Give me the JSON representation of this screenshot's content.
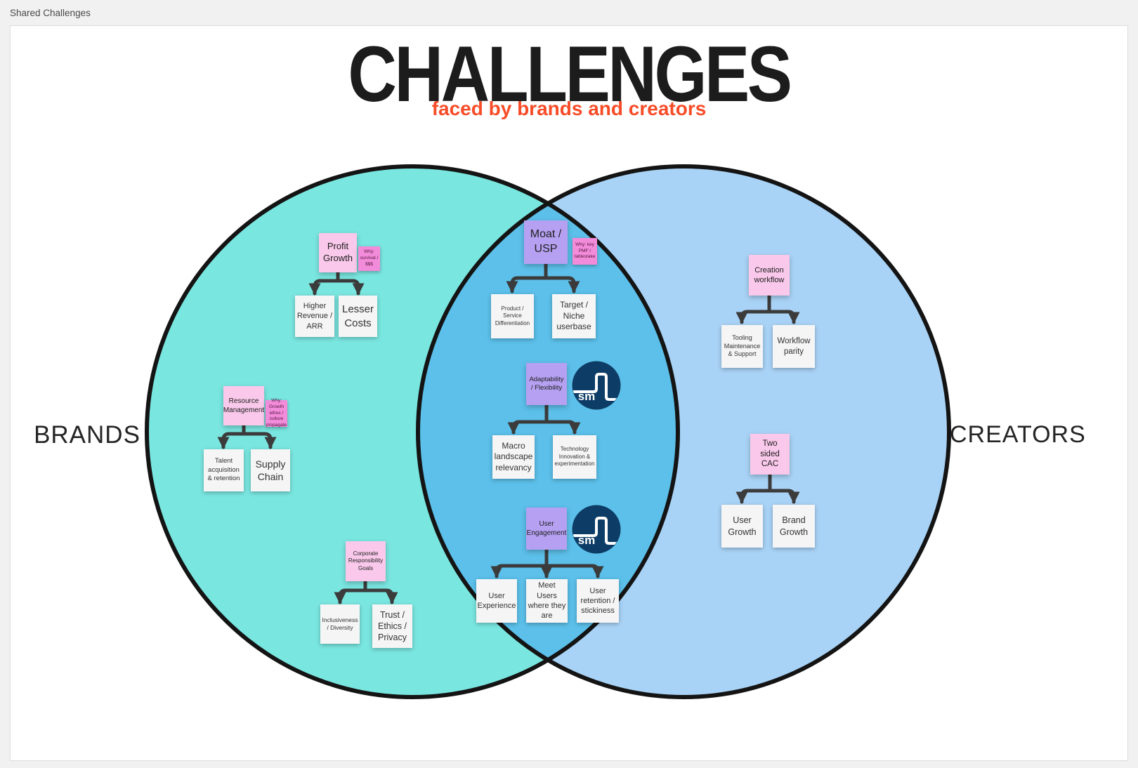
{
  "app": {
    "header_label": "Shared Challenges"
  },
  "title": {
    "heading": "CHALLENGES",
    "subtitle": "faced by brands and creators"
  },
  "venn": {
    "left_label": "BRANDS",
    "right_label": "CREATORS"
  },
  "logo": {
    "text": "sm"
  },
  "colors": {
    "brands_circle": "#7ae6e0",
    "creators_circle": "#a9d3f6",
    "overlap": "#5cc0ea",
    "circle_outline": "#141414",
    "subtitle_accent": "#f84c28",
    "sticky_pink": "#f9c8ea",
    "sticky_tiny_pink": "#f28bd9",
    "sticky_purple": "#b5a0f1",
    "card_white": "#f5f5f6",
    "logo_navy": "#0d3d66",
    "arrow": "#3b3b3b"
  },
  "clusters": {
    "profit_growth": {
      "label": "Profit Growth",
      "why": "Why: survival / $$$",
      "children": [
        "Higher Revenue / ARR",
        "Lesser Costs"
      ]
    },
    "resource_management": {
      "label": "Resource Management",
      "why": "Why: Growth ethos / culture propagate",
      "children": [
        "Talent acquisition & retention",
        "Supply Chain"
      ]
    },
    "corporate_responsibility": {
      "label": "Corporate Responsibility Goals",
      "children": [
        "Inclusiveness / Diversity",
        "Trust / Ethics / Privacy"
      ]
    },
    "moat_usp": {
      "label": "Moat / USP",
      "why": "Why: key PMF / tablestake",
      "children": [
        "Product / Service Differentiation",
        "Target / Niche userbase"
      ]
    },
    "adaptability": {
      "label": "Adaptability / Flexibility",
      "children": [
        "Macro landscape relevancy",
        "Technology Innovation & experimentation"
      ]
    },
    "user_engagement": {
      "label": "User Engagement",
      "children": [
        "User Experience",
        "Meet Users where they are",
        "User retention / stickiness"
      ]
    },
    "creation_workflow": {
      "label": "Creation workflow",
      "children": [
        "Tooling Maintenance & Support",
        "Workflow parity"
      ]
    },
    "two_sided_cac": {
      "label": "Two sided CAC",
      "children": [
        "User Growth",
        "Brand Growth"
      ]
    }
  }
}
